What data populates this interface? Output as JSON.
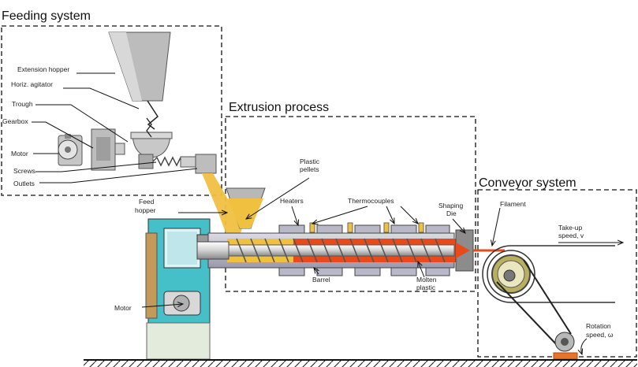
{
  "sections": {
    "feeding": "Feeding system",
    "extrusion": "Extrusion process",
    "conveyor": "Conveyor system"
  },
  "labels": {
    "extension_hopper": "Extension hopper",
    "horiz_agitator": "Horiz. agitator",
    "trough": "Trough",
    "gearbox": "Gearbox",
    "motor_feed": "Motor",
    "screws": "Screws",
    "outlets": "Outlets",
    "feed_hopper_1": "Feed",
    "feed_hopper_2": "hopper",
    "plastic_pellets_1": "Plastic",
    "plastic_pellets_2": "pellets",
    "heaters": "Heaters",
    "thermocouples": "Thermocouples",
    "shaping_die_1": "Shaping",
    "shaping_die_2": "Die",
    "filament": "Filament",
    "barrel": "Barrel",
    "molten_plastic_1": "Molten",
    "molten_plastic_2": "plastic",
    "motor_main": "Motor",
    "take_up_1": "Take-up",
    "take_up_2": "speed, v",
    "rotation_1": "Rotation",
    "rotation_2": "speed, ω"
  },
  "colors": {
    "pellets": "#f0c040",
    "molten": "#e84a1a",
    "motor_teal": "#45c0c8",
    "barrel_grey": "#b8b8c8",
    "pulley_olive": "#b8b060",
    "base_green": "#e2ebdc"
  }
}
